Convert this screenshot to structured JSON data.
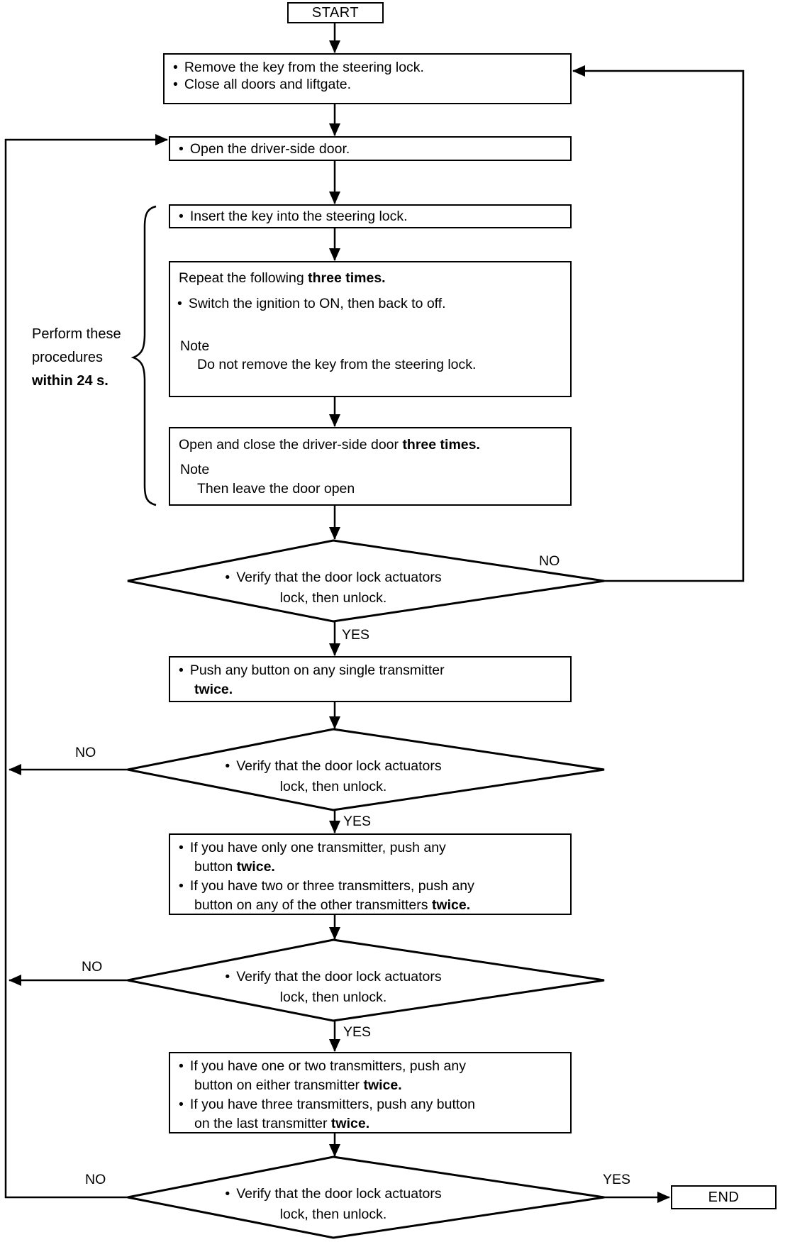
{
  "flowchart": {
    "bullet_glyph": "•",
    "labels": {
      "start": "START",
      "end": "END",
      "yes": "YES",
      "no": "NO"
    },
    "side_note": {
      "line1": "Perform these",
      "line2": "procedures",
      "line3_bold": "within 24 s."
    },
    "steps": {
      "remove_key": {
        "b1": "Remove the key from  the steering lock.",
        "b2": "Close all doors and liftgate."
      },
      "open_door": {
        "b1": "Open the driver-side door."
      },
      "insert_key": {
        "b1": "Insert the key into the steering lock."
      },
      "repeat_ignition": {
        "title_pre": "Repeat the following ",
        "title_bold": "three times.",
        "b1": "Switch the ignition to ON, then back to off.",
        "note_label": "Note",
        "note_text": "Do not remove the key from the steering lock."
      },
      "open_close_door": {
        "title_pre": "Open and close the driver-side door ",
        "title_bold": "three times.",
        "note_label": "Note",
        "note_text": "Then leave the door open"
      },
      "push_single": {
        "l1": "Push any button on any single transmitter",
        "l2_bold": "twice."
      },
      "push_other": {
        "b1_l1": "If you have only one transmitter, push any",
        "b1_l2_pre": "button ",
        "b1_l2_bold": "twice.",
        "b2_l1": "If you have two or three transmitters, push any",
        "b2_l2_pre": "button on any of the other transmitters ",
        "b2_l2_bold": "twice."
      },
      "push_last": {
        "b1_l1": "If you have one or two transmitters, push any",
        "b1_l2_pre": "button on either transmitter ",
        "b1_l2_bold": "twice.",
        "b2_l1": "If you have three transmitters, push any button",
        "b2_l2_pre": "on the last transmitter ",
        "b2_l2_bold": "twice."
      }
    },
    "decisions": {
      "verify1": {
        "l1": "Verify that the door lock actuators",
        "l2": "lock, then unlock."
      },
      "verify2": {
        "l1": "Verify that the door lock actuators",
        "l2": "lock, then unlock."
      },
      "verify3": {
        "l1": "Verify that the door lock actuators",
        "l2": "lock, then unlock."
      },
      "verify4": {
        "l1": "Verify that the door lock actuators",
        "l2": "lock, then unlock."
      }
    }
  }
}
